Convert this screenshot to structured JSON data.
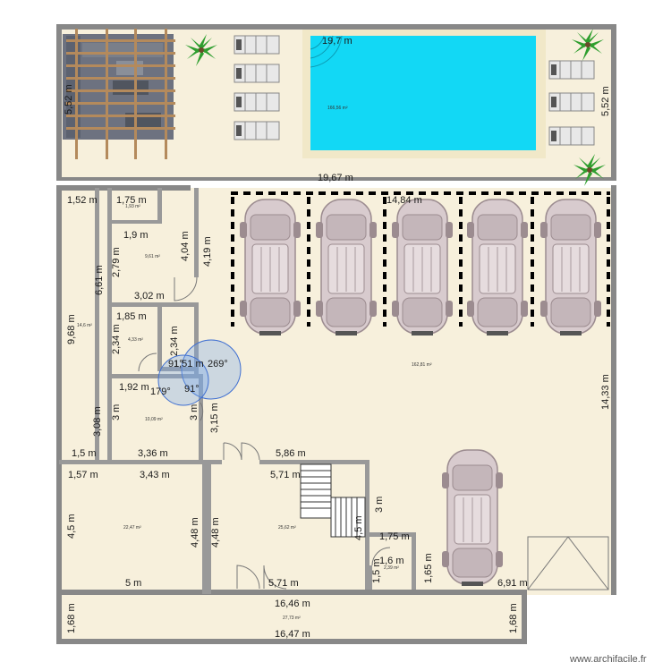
{
  "colors": {
    "floor": "#f7f0dc",
    "wall": "#888888",
    "pool_water": "#12d8f5",
    "pool_deck": "#f1e8c8",
    "parking_line": "#000000",
    "car_body": "#d8cbce",
    "car_outline": "#9c8c90",
    "pergola_wood": "#b48a5c",
    "pergola_dark": "#5c6270",
    "palm": "#2e9e2e",
    "lounger": "#c9c9c9",
    "door_angle": "#3f6fd1"
  },
  "icons": {
    "palm": "palm-tree-icon",
    "car": "car-icon",
    "lounger": "sun-lounger-icon",
    "pergola": "pergola-icon",
    "stairs": "staircase-icon"
  },
  "dimensions": [
    "5,52 m",
    "19,7 m",
    "5,52 m",
    "19,67 m",
    "1,52 m",
    "1,75 m",
    "14,84 m",
    "1,9 m",
    "2,79 m",
    "4,04 m",
    "4,19 m",
    "6,61 m",
    "3,02 m",
    "9,68 m",
    "1,85 m",
    "2,34 m",
    "2,34 m",
    "1,51 m",
    "1,92 m",
    "3,08 m",
    "3 m",
    "3 m",
    "3,15 m",
    "14,33 m",
    "1,5 m",
    "3,36 m",
    "5,86 m",
    "1,57 m",
    "3,43 m",
    "5,71 m",
    "3 m",
    "4,5 m",
    "4,48 m",
    "4,48 m",
    "4,5 m",
    "1,75 m",
    "1,6 m",
    "1,5 m",
    "1,65 m",
    "5 m",
    "5,71 m",
    "6,91 m",
    "16,46 m",
    "1,68 m",
    "1,68 m",
    "16,47 m"
  ],
  "areas": [
    "166,56 m²",
    "1,93 m²",
    "9,61 m²",
    "14,6 m²",
    "4,33 m²",
    "162,81 m²",
    "10,09 m²",
    "22,47 m²",
    "25,62 m²",
    "2,39 m²",
    "27,73 m²"
  ],
  "angles": [
    "91°",
    "269°",
    "179°",
    "91°"
  ],
  "watermark": "www.archifacile.fr"
}
